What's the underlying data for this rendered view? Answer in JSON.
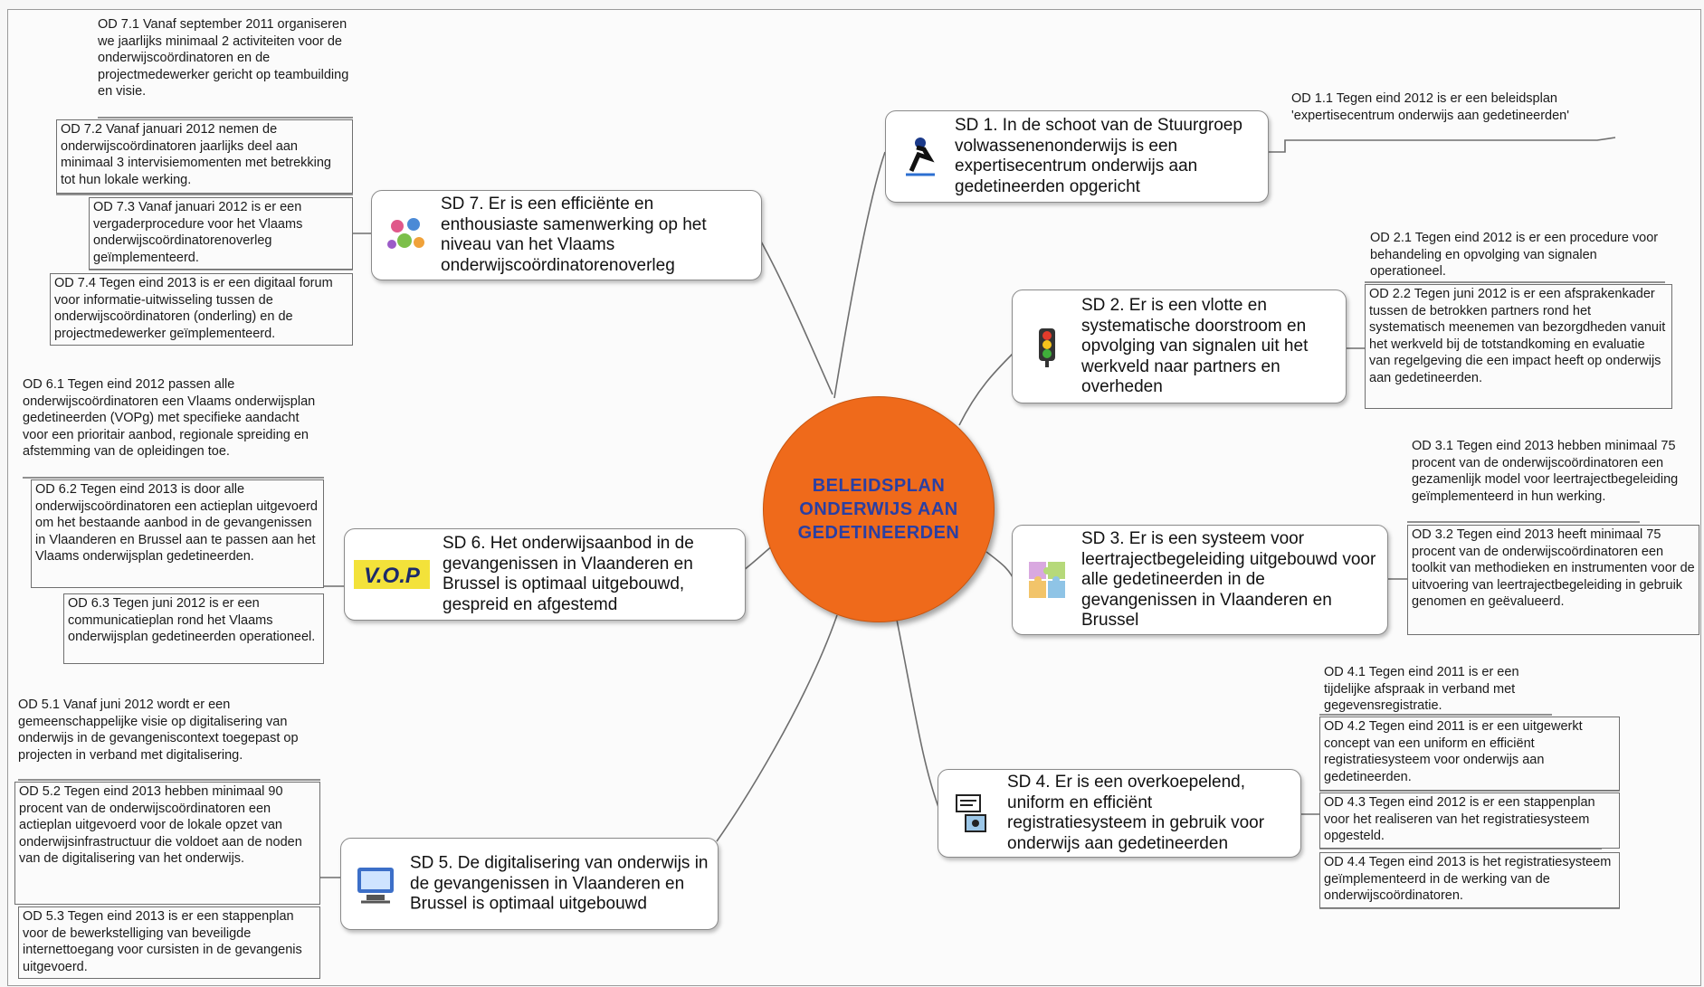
{
  "center": {
    "label": "BELEIDSPLAN\nONDERWIJS AAN\nGEDETINEERDEN"
  },
  "sd": [
    {
      "label": "SD 1. In de schoot van de Stuurgroep volwassenenonderwijs is een expertisecentrum onderwijs aan gedetineerden opgericht",
      "icon": "skater-icon"
    },
    {
      "label": "SD 2. Er is een vlotte en systematische doorstroom en opvolging van signalen uit het werkveld naar partners en overheden",
      "icon": "traffic-light-icon"
    },
    {
      "label": "SD 3. Er is een systeem voor leertrajectbegeleiding uitgebouwd voor alle gedetineerden in de gevangenissen in Vlaanderen en Brussel",
      "icon": "puzzle-icon"
    },
    {
      "label": "SD 4. Er is een overkoepelend, uniform en efficiënt registratiesysteem in gebruik voor onderwijs aan gedetineerden",
      "icon": "registration-icon"
    },
    {
      "label": "SD 5. De digitalisering van onderwijs in de gevangenissen in Vlaanderen en Brussel is optimaal uitgebouwd",
      "icon": "computer-icon"
    },
    {
      "label": "SD 6. Het onderwijsaanbod in de gevangenissen in Vlaanderen en Brussel is optimaal uitgebouwd, gespreid en afgestemd",
      "icon": "vop-logo-icon",
      "icon_text": "V.O.P"
    },
    {
      "label": "SD 7. Er is een efficiënte en enthousiaste samenwerking op het niveau van het Vlaams onderwijscoördinatorenoverleg",
      "icon": "team-icon"
    }
  ],
  "od": {
    "od1_1": "OD 1.1 Tegen eind 2012 is er een beleidsplan 'expertisecentrum onderwijs aan gedetineerden'",
    "od2_1": "OD 2.1 Tegen eind 2012 is er een procedure voor behandeling en opvolging van signalen operationeel.",
    "od2_2": "OD 2.2 Tegen juni 2012 is er een afsprakenkader tussen de betrokken partners rond het systematisch meenemen van bezorgdheden vanuit het werkveld bij de totstandkoming en evaluatie van regelgeving die een impact heeft op onderwijs aan gedetineerden.",
    "od3_1": "OD 3.1 Tegen eind 2013 hebben minimaal 75 procent van de onderwijscoördinatoren een gezamenlijk model voor leertrajectbegeleiding geïmplementeerd in hun werking.",
    "od3_2": "OD 3.2 Tegen eind 2013 heeft minimaal 75 procent van de onderwijscoördinatoren een toolkit van methodieken en instrumenten voor de uitvoering van leertrajectbegeleiding in gebruik genomen en geëvalueerd.",
    "od4_1": "OD 4.1 Tegen eind 2011 is er een tijdelijke afspraak in verband met gegevensregistratie.",
    "od4_2": "OD 4.2 Tegen eind 2011 is er een uitgewerkt concept van een uniform en efficiënt registratiesysteem voor onderwijs aan gedetineerden.",
    "od4_3": "OD 4.3 Tegen eind 2012 is er een stappenplan voor het realiseren van het registratiesysteem opgesteld.",
    "od4_4": "OD 4.4 Tegen eind 2013 is het registratiesysteem geïmplementeerd in de werking van de onderwijscoördinatoren.",
    "od5_1": "OD 5.1 Vanaf juni 2012 wordt er een gemeenschappelijke visie op digitalisering van onderwijs in de gevangeniscontext toegepast op projecten in verband met digitalisering.",
    "od5_2": "OD 5.2 Tegen eind 2013 hebben minimaal 90 procent van de onderwijscoördinatoren een actieplan uitgevoerd voor de lokale opzet van onderwijsinfrastructuur die voldoet aan de noden van de digitalisering van het onderwijs.",
    "od5_3": "OD 5.3 Tegen eind 2013 is er een stappenplan voor de bewerkstelliging van beveiligde internettoegang voor cursisten in de gevangenis uitgevoerd.",
    "od6_1": "OD 6.1 Tegen eind 2012 passen alle onderwijscoördinatoren een Vlaams onderwijsplan gedetineerden (VOPg) met specifieke aandacht voor een prioritair aanbod, regionale spreiding en afstemming van de opleidingen toe.",
    "od6_2": "OD 6.2 Tegen eind 2013 is door alle onderwijscoördinatoren een actieplan uitgevoerd om het bestaande aanbod in de gevangenissen in Vlaanderen en Brussel aan te passen aan het Vlaams onderwijsplan gedetineerden.",
    "od6_3": "OD 6.3 Tegen juni 2012 is er een communicatieplan rond het Vlaams onderwijsplan gedetineerden operationeel.",
    "od7_1": "OD 7.1 Vanaf september 2011 organiseren we jaarlijks minimaal 2 activiteiten voor de onderwijscoördinatoren en de projectmedewerker gericht op teambuilding en visie.",
    "od7_2": "OD 7.2 Vanaf januari 2012 nemen de onderwijscoördinatoren jaarlijks deel aan minimaal 3 intervisiemomenten met betrekking tot hun lokale werking.",
    "od7_3": "OD 7.3 Vanaf januari 2012 is er een vergaderprocedure voor het Vlaams onderwijscoördinatorenoverleg geïmplementeerd.",
    "od7_4": "OD 7.4 Tegen eind 2013 is er een digitaal forum voor informatie-uitwisseling tussen de onderwijscoördinatoren (onderling) en de projectmedewerker geïmplementeerd."
  }
}
